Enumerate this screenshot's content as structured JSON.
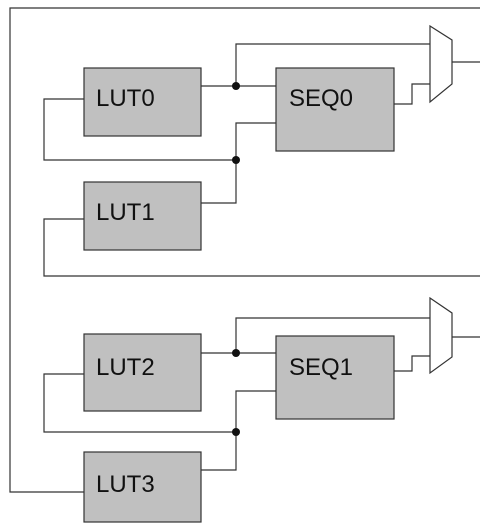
{
  "blocks": {
    "lut0": "LUT0",
    "seq0": "SEQ0",
    "lut1": "LUT1",
    "lut2": "LUT2",
    "seq1": "SEQ1",
    "lut3": "LUT3"
  },
  "colors": {
    "block_fill": "#c0c0c0",
    "line": "#333333",
    "background": "#ffffff"
  }
}
